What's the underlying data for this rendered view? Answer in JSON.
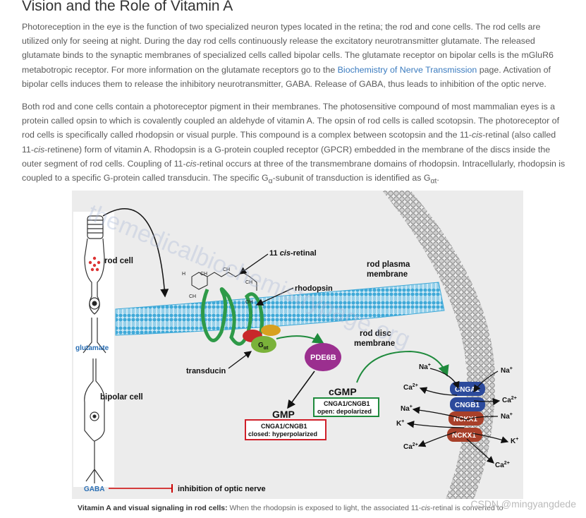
{
  "article": {
    "title": "Vision and the Role of Vitamin A",
    "para1": {
      "before_link": "Photoreception in the eye is the function of two specialized neuron types located in the retina; the rod and cone cells. The rod cells are utilized only for seeing at night. During the day rod cells continuously release the excitatory neurotransmitter glutamate. The released glutamate binds to the synaptic membranes of specialized cells called bipolar cells. The glutamate receptor on bipolar cells is the mGluR6 metabotropic receptor. For more information on the glutamate receptors go to the ",
      "link": "Biochemistry of Nerve Transmission",
      "after_link": " page. Activation of bipolar cells induces them to release the inhibitory neurotransmitter, GABA. Release of GABA, thus leads to inhibition of the optic nerve."
    },
    "para2": {
      "s1": "Both rod and cone cells contain a photoreceptor pigment in their membranes. The photosensitive compound of most mammalian eyes is a protein called opsin to which is covalently coupled an aldehyde of vitamin A. The opsin of rod cells is called scotopsin. The photoreceptor of rod cells is specifically called rhodopsin or visual purple. This compound is a complex between scotopsin and the 11-",
      "cis1": "cis",
      "s2": "-retinal (also called 11-",
      "cis2": "cis",
      "s3": "-retinene) form of vitamin A. Rhodopsin is a G-protein coupled receptor (GPCR) embedded in the membrane of the discs inside the outer segment of rod cells. Coupling of 11-",
      "cis3": "cis",
      "s4": "-retinal occurs at three of the transmembrane domains of rhodopsin. Intracellularly, rhodopsin is coupled to a specific G-protein called transducin. The specific G",
      "sub1": "α",
      "s5": "-subunit of transduction is identified as G",
      "sub2": "αt",
      "s6": "."
    }
  },
  "figure": {
    "labels": {
      "rod_cell": "rod cell",
      "glutamate": "glutamate",
      "bipolar_cell": "bipolar cell",
      "gaba": "GABA",
      "inhibition": "inhibition of optic nerve",
      "cis_retinal_prefix": "11 ",
      "cis_retinal_italic": "cis",
      "cis_retinal_suffix": "-retinal",
      "rhodopsin": "rhodopsin",
      "rod_plasma_membrane_1": "rod plasma",
      "rod_plasma_membrane_2": "membrane",
      "rod_disc_membrane_1": "rod disc",
      "rod_disc_membrane_2": "membrane",
      "transducin": "transducin",
      "g_alpha": "G",
      "g_alpha_sub": "αt",
      "pde6b": "PDE6B",
      "cgmp": "cGMP",
      "cgmp_box_1": "CNGA1/CNGB1",
      "cgmp_box_2": "open: depolarized",
      "gmp": "GMP",
      "gmp_box_1": "CNGA1/CNGB1",
      "gmp_box_2": "closed: hyperpolarized",
      "cnga1": "CNGA1",
      "cngb1": "CNGB1",
      "nckx1_a": "NCKX1",
      "nckx1_b": "NCKX1",
      "ion_na_left": "Na",
      "ion_ca_left": "Ca",
      "ion_na_left2": "Na",
      "ion_k_left": "K",
      "ion_ca_left2": "Ca",
      "ion_na_right": "Na",
      "ion_ca_right": "Ca",
      "ion_na_right2": "Na",
      "ion_k_right": "K",
      "ion_ca_right2": "Ca",
      "plus": "+",
      "two_plus": "2+",
      "ch3_a": "CH",
      "ch3_b": "CH",
      "ch3_c": "CH",
      "ch3_d": "CH",
      "h3c": "H",
      "ch_3": "3",
      "oh": "OH",
      "watermark_diag": "themedicalbiochemistrypage.org"
    },
    "colors": {
      "membrane_blue": "#3fa9d8",
      "helix_green": "#2e9a48",
      "pde_purple": "#9b2f8f",
      "cnga1_blue": "#2c4a9c",
      "nckx1_red": "#a8402a",
      "green_box": "#1e8a3c",
      "red_box": "#d0202a"
    }
  },
  "caption": {
    "bold": "Vitamin A and visual signaling in rod cells:",
    "text1": " When the rhodopsin is exposed to light, the associated 11-",
    "italic": "cis",
    "text2": "-retinal is converted to"
  },
  "watermark": "CSDN @mingyangdede"
}
